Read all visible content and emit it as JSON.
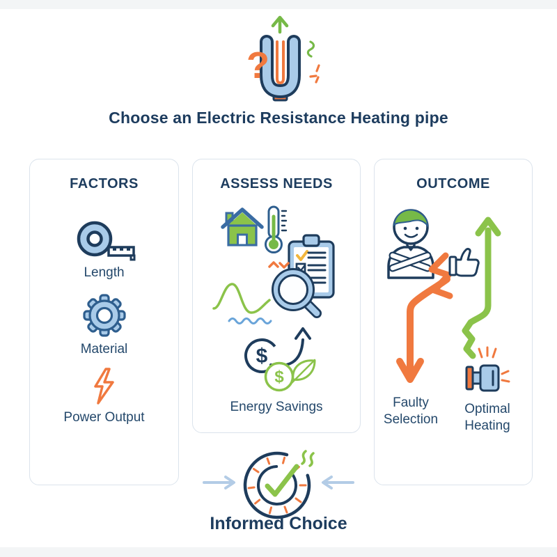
{
  "colors": {
    "navy": "#1e3c5c",
    "steel_blue": "#2e5e8e",
    "house_blue": "#3a6ca3",
    "icon_fill_blue": "#a9cbe9",
    "green": "#76b947",
    "green_light": "#8bc34a",
    "orange": "#f0793f",
    "light_blue_arrow": "#b3cce6",
    "wave_blue": "#69a4d9",
    "yellow_check": "#f2b63c",
    "card_border": "#dbe3ec",
    "text": "#24486b",
    "heading_text": "#1d3c5e"
  },
  "header": {
    "title": "Choose an Electric Resistance Heating pipe",
    "icon": "heating-pipe-icon",
    "question_glyph": "?"
  },
  "columns": [
    {
      "header": "FACTORS",
      "items": [
        {
          "icon": "tape-measure-icon",
          "label": "Length"
        },
        {
          "icon": "gear-icon",
          "label": "Material"
        },
        {
          "icon": "lightning-bolt-icon",
          "label": "Power Output"
        }
      ]
    },
    {
      "header": "ASSESS NEEDS",
      "label": "Energy Savings",
      "dollar_symbol": "$",
      "icons": [
        "house-icon",
        "thermometer-icon",
        "clipboard-checklist-icon",
        "magnifying-glass-icon",
        "trend-line-icon",
        "wave-line-icon",
        "dollar-coin-icon",
        "growth-arrow-icon",
        "eco-dollar-coin-icon",
        "leaf-icon",
        "alert-chevrons-icon"
      ]
    },
    {
      "header": "OUTCOME",
      "icons": [
        "person-icon",
        "thumbs-up-icon",
        "zigzag-bolt-icon",
        "heater-plug-icon"
      ],
      "outcomes": [
        {
          "icon": "down-arrow-icon",
          "label": "Faulty Selection"
        },
        {
          "icon": "up-arrow-icon",
          "label": "Optimal Heating"
        }
      ]
    }
  ],
  "footer": {
    "label": "Informed Choice",
    "icon": "verified-choice-icon"
  }
}
